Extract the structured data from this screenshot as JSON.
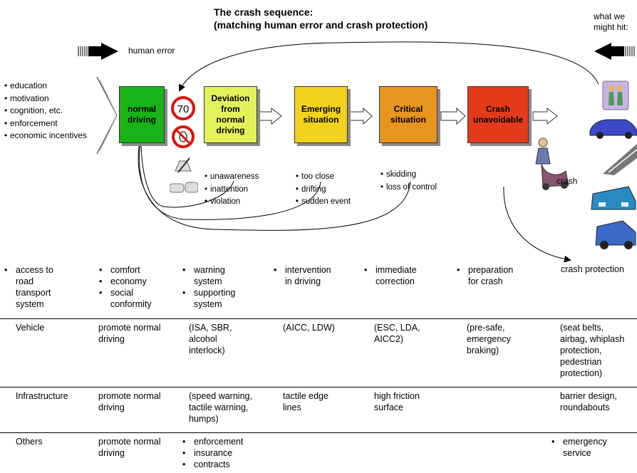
{
  "title": [
    "The crash sequence:",
    "(matching human error and crash protection)"
  ],
  "human_error_label": "human error",
  "what_we_hit_label": [
    "what we",
    "might hit:"
  ],
  "left_factors": [
    "education",
    "motivation",
    "cognition, etc.",
    "enforcement",
    "economic incentives"
  ],
  "stages": [
    {
      "label": "normal\ndriving",
      "color": "#19b319"
    },
    {
      "label": "Deviation\nfrom\nnormal\ndriving",
      "color": "#e3f25a"
    },
    {
      "label": "Emerging\nsituation",
      "color": "#f2d21f"
    },
    {
      "label": "Critical\nsituation",
      "color": "#e8951f"
    },
    {
      "label": "Crash\nunavoidable",
      "color": "#e33a1c"
    }
  ],
  "sign_speed": "70",
  "deviation_causes": [
    "unawareness",
    "inattention",
    "violation"
  ],
  "emerging_causes": [
    "too close",
    "drifting",
    "sudden event"
  ],
  "critical_causes": [
    "skidding",
    "loss of control"
  ],
  "crash_label": "crash",
  "crash_protection_label": "crash protection",
  "countermeasure_bullets": [
    [
      "access to\nroad\ntransport\nsystem"
    ],
    [
      "comfort",
      "economy",
      "social\nconformity"
    ],
    [
      "warning\nsystem",
      "supporting\nsystem"
    ],
    [
      "intervention\nin driving"
    ],
    [
      "immediate\ncorrection"
    ],
    [
      "preparation\nfor crash"
    ]
  ],
  "table": {
    "rows": [
      {
        "label": "Vehicle",
        "cells": [
          "promote normal\ndriving",
          "(ISA, SBR,\nalcohol\ninterlock)",
          "(AICC, LDW)",
          "(ESC, LDA,\nAICC2)",
          "(pre-safe,\nemergency\nbraking)",
          "(seat belts,\nairbag, whiplash\nprotection,\npedestrian\nprotection)"
        ]
      },
      {
        "label": "Infrastructure",
        "cells": [
          "promote normal\ndriving",
          "(speed warning,\ntactile warning,\nhumps)",
          "tactile edge\nlines",
          "high friction\nsurface",
          "",
          "barrier design,\nroundabouts"
        ]
      },
      {
        "label": "Others",
        "cells": [
          "promote normal\ndriving",
          "",
          "",
          "",
          "",
          ""
        ],
        "bullets_col2": [
          "enforcement",
          "insurance",
          "contracts"
        ],
        "bullets_col6": [
          "emergency\nservice"
        ]
      }
    ]
  },
  "colors": {
    "arrow": "#000000",
    "shadow": "#8a8a8a"
  }
}
